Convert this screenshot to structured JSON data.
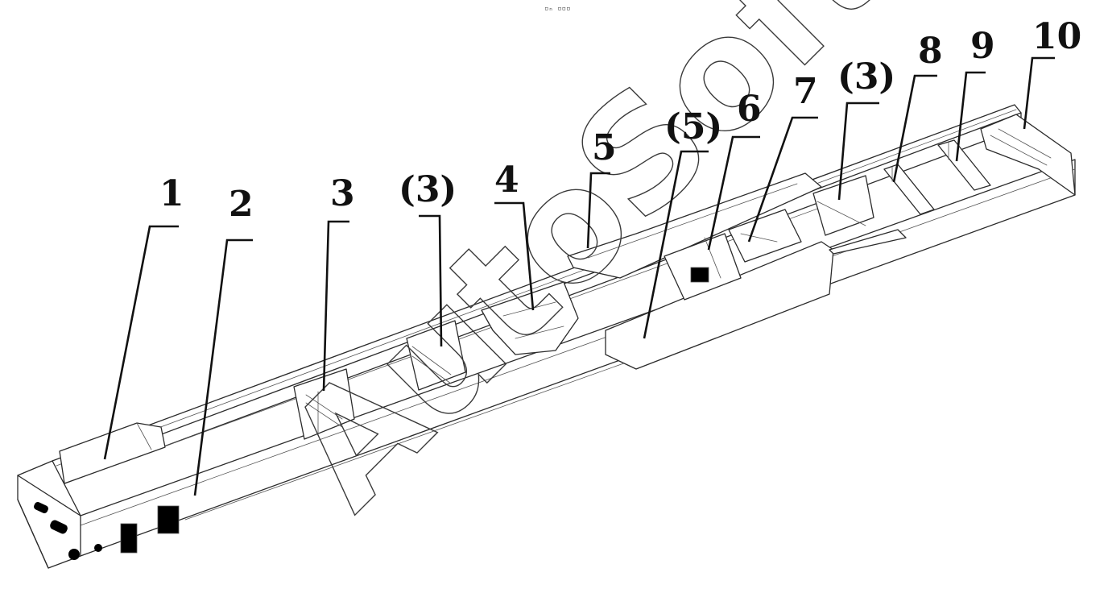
{
  "header": {
    "text": "▫ₙ ▫▫▫"
  },
  "watermark": {
    "text": "AutoSoft"
  },
  "callouts": [
    {
      "id": "c1",
      "label": "1"
    },
    {
      "id": "c2",
      "label": "2"
    },
    {
      "id": "c3",
      "label": "3"
    },
    {
      "id": "c3b",
      "label": "(3)"
    },
    {
      "id": "c4",
      "label": "4"
    },
    {
      "id": "c5",
      "label": "5"
    },
    {
      "id": "c5b",
      "label": "(5)"
    },
    {
      "id": "c6",
      "label": "6"
    },
    {
      "id": "c7",
      "label": "7"
    },
    {
      "id": "c3c",
      "label": "(3)"
    },
    {
      "id": "c8",
      "label": "8"
    },
    {
      "id": "c9",
      "label": "9"
    },
    {
      "id": "c10",
      "label": "10"
    }
  ]
}
